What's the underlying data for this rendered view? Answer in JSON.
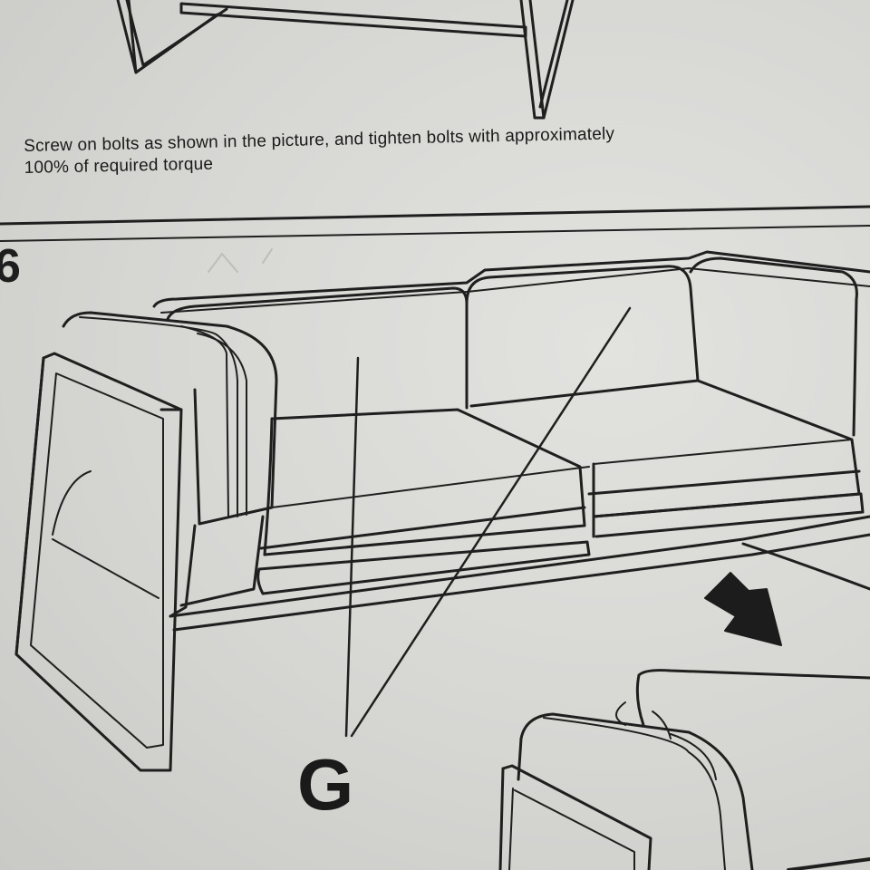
{
  "instruction": {
    "line1": "Screw on bolts as shown in the picture, and tighten bolts with approximately",
    "line2": "100% of required torque"
  },
  "step_number": "6",
  "part_label": "G",
  "colors": {
    "ink": "#1c1c1c",
    "paper": "#dcdcd9"
  }
}
